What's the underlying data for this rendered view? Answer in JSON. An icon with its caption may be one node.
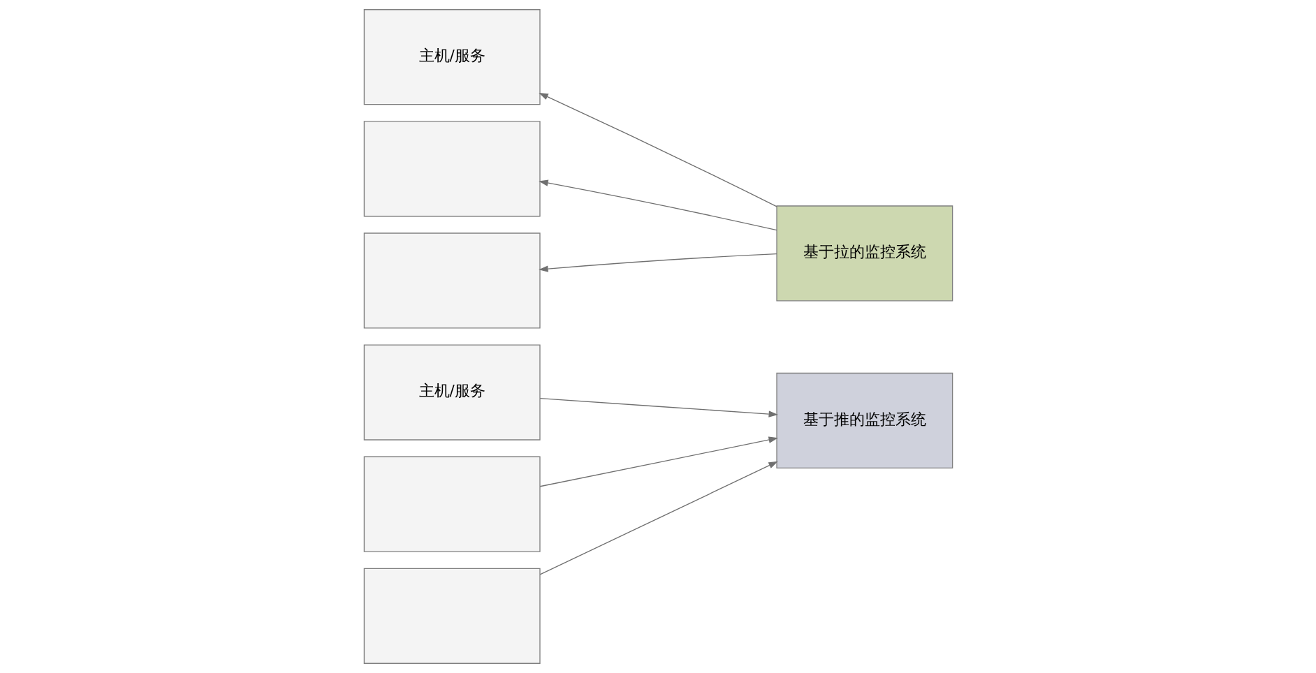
{
  "diagram": {
    "nodes": [
      {
        "text": [
          "主机/服务"
        ]
      },
      {
        "text": [],
        "shape": "box"
      },
      {
        "text": [],
        "shape": "box"
      },
      {
        "text": [
          "基于拉的监控系统"
        ]
      },
      {
        "text": [
          "主机/服务"
        ]
      },
      {
        "text": [],
        "shape": "box"
      },
      {
        "text": [],
        "shape": "box"
      },
      {
        "text": [
          "基于推的监控系统"
        ]
      }
    ],
    "edges": [
      {
        "from": 3,
        "to": 0,
        "arrow": "to"
      },
      {
        "from": 3,
        "to": 1,
        "arrow": "to"
      },
      {
        "from": 3,
        "to": 2,
        "arrow": "to"
      },
      {
        "from": 4,
        "to": 7,
        "arrow": "to"
      },
      {
        "from": 5,
        "to": 7,
        "arrow": "to"
      },
      {
        "from": 6,
        "to": 7,
        "arrow": "to"
      }
    ]
  }
}
